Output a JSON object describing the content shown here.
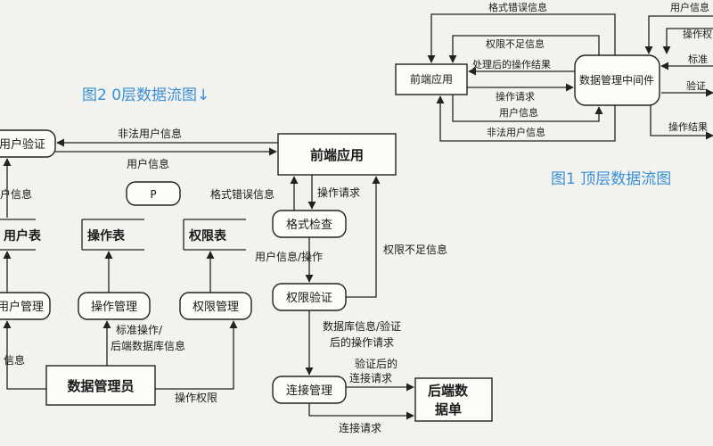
{
  "captions": {
    "fig2": "图2 0层数据流图↓",
    "fig1": "图1 顶层数据流图"
  },
  "top_diagram": {
    "front_app": "前端应用",
    "middleware": "数据管理中间件",
    "edge_format_error": "格式错误信息",
    "edge_no_permission": "权限不足信息",
    "edge_processed_result": "处理后的操作结果",
    "edge_op_request": "操作请求",
    "edge_user_info": "用户信息",
    "edge_illegal_user": "非法用户信息",
    "right_user_info": "用户信息",
    "right_op": "操作权",
    "right_std": "标准",
    "right_verify": "验证",
    "right_op_result": "操作结果"
  },
  "level0": {
    "user_verify": "用户验证",
    "front_app": "前端应用",
    "p_marker": "P",
    "user_table": "用户表",
    "op_table": "操作表",
    "perm_table": "权限表",
    "user_mgmt": "用户管理",
    "op_mgmt": "操作管理",
    "perm_mgmt": "权限管理",
    "format_check": "格式检查",
    "perm_verify": "权限验证",
    "conn_mgmt": "连接管理",
    "data_admin": "数据管理员",
    "backend_line1": "后端数",
    "backend_line2": "据单",
    "edge_illegal_user": "非法用户信息",
    "edge_user_info": "用户信息",
    "edge_user_info_left": "户信息",
    "edge_user_info_left2": "信息",
    "edge_format_error": "格式错误信息",
    "edge_op_request": "操作请求",
    "edge_user_info_op": "用户信息/操作",
    "edge_no_permission": "权限不足信息",
    "edge_db_info_1": "数据库信息/验证",
    "edge_db_info_2": "后的操作请求",
    "edge_std_op_1": "标准操作/",
    "edge_std_op_2": "后端数据库信息",
    "edge_op_permission": "操作权限",
    "edge_verified_1": "验证后的",
    "edge_verified_2": "连接请求",
    "edge_conn_request": "连接请求"
  }
}
